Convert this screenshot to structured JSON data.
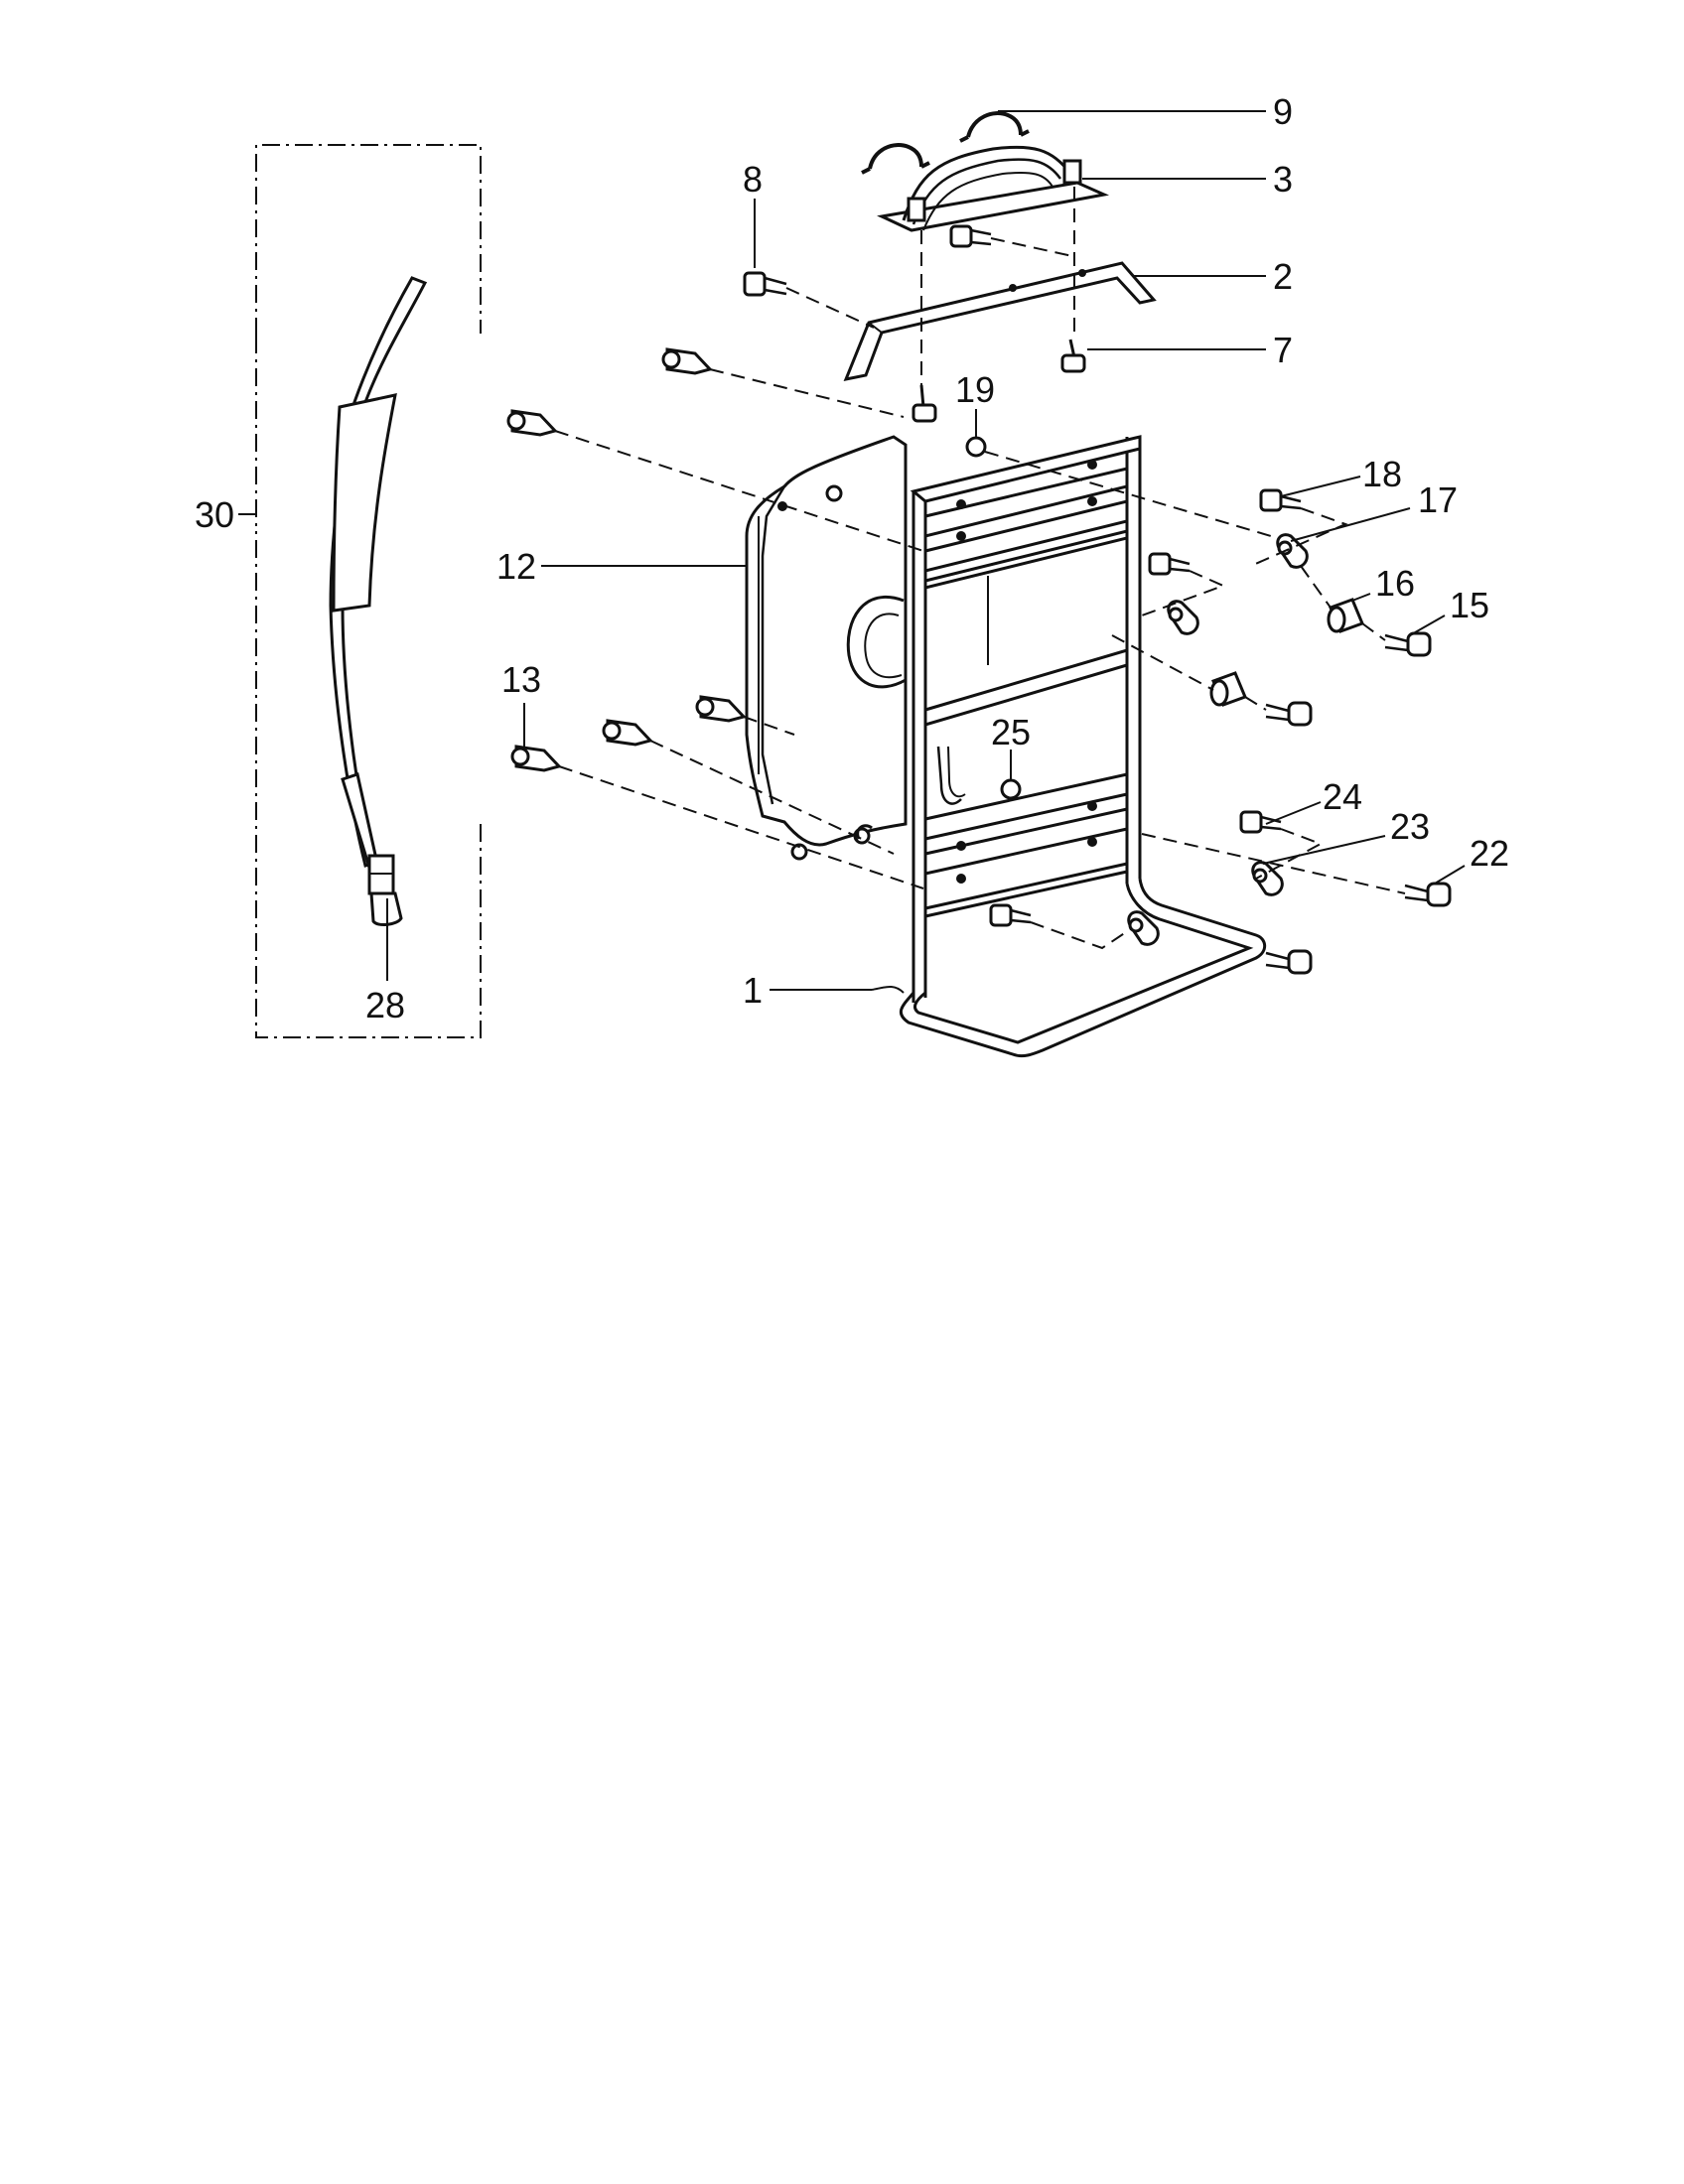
{
  "diagram": {
    "callouts": [
      {
        "id": "1",
        "text": "1"
      },
      {
        "id": "2",
        "text": "2"
      },
      {
        "id": "3",
        "text": "3"
      },
      {
        "id": "7",
        "text": "7"
      },
      {
        "id": "8",
        "text": "8"
      },
      {
        "id": "9",
        "text": "9"
      },
      {
        "id": "12",
        "text": "12"
      },
      {
        "id": "13",
        "text": "13"
      },
      {
        "id": "15",
        "text": "15"
      },
      {
        "id": "16",
        "text": "16"
      },
      {
        "id": "17",
        "text": "17"
      },
      {
        "id": "18",
        "text": "18"
      },
      {
        "id": "19",
        "text": "19"
      },
      {
        "id": "22",
        "text": "22"
      },
      {
        "id": "23",
        "text": "23"
      },
      {
        "id": "24",
        "text": "24"
      },
      {
        "id": "25",
        "text": "25"
      },
      {
        "id": "28",
        "text": "28"
      },
      {
        "id": "30",
        "text": "30"
      }
    ]
  }
}
